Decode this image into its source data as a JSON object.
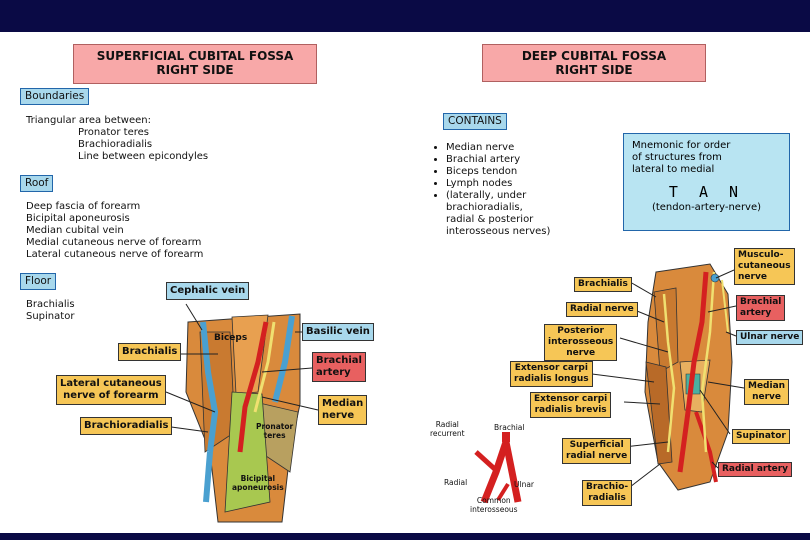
{
  "left": {
    "title": "SUPERFICIAL CUBITAL FOSSA\nRIGHT SIDE",
    "boundaries_header": "Boundaries",
    "boundaries_intro": "Triangular area between:",
    "boundaries_items": [
      "Pronator teres",
      "Brachioradialis",
      "Line between epicondyles"
    ],
    "roof_header": "Roof",
    "roof_items": [
      "Deep fascia of forearm",
      "Bicipital aponeurosis",
      "Median cubital vein",
      "Medial cutaneous nerve of forearm",
      "Lateral cutaneous nerve of forearm"
    ],
    "floor_header": "Floor",
    "floor_items": [
      "Brachialis",
      "Supinator"
    ],
    "labels": {
      "cephalic_vein": "Cephalic vein",
      "basilic_vein": "Basilic vein",
      "biceps": "Biceps",
      "brachialis": "Brachialis",
      "brachial_artery": "Brachial\nartery",
      "lateral_cutaneous": "Lateral cutaneous\nnerve of forearm",
      "median_nerve": "Median\nnerve",
      "brachioradialis": "Brachioradialis",
      "pronator_teres": "Pronator\nteres",
      "bicipital_aponeurosis": "Bicipital\naponeurosis"
    }
  },
  "right": {
    "title": "DEEP CUBITAL FOSSA\nRIGHT SIDE",
    "contains_header": "CONTAINS",
    "contains_items": [
      "Median nerve",
      "Brachial artery",
      "Biceps tendon",
      "Lymph nodes",
      "(laterally, under\nbrachioradialis,\nradial & posterior\ninterosseous nerves)"
    ],
    "mnemonic": {
      "text": "Mnemonic for order\nof structures from\nlateral to medial",
      "acronym": "T A N",
      "expansion": "(tendon-artery-nerve)"
    },
    "labels": {
      "brachialis": "Brachialis",
      "radial_nerve": "Radial nerve",
      "posterior_interosseous": "Posterior\ninterosseous\nnerve",
      "ecr_longus": "Extensor carpi\nradialis longus",
      "ecr_brevis": "Extensor carpi\nradialis brevis",
      "superficial_radial": "Superficial\nradial nerve",
      "brachioradialis": "Brachio-\nradialis",
      "musculocutaneous": "Musculo-\ncutaneous\nnerve",
      "brachial_artery": "Brachial\nartery",
      "ulnar_nerve": "Ulnar nerve",
      "median_nerve": "Median\nnerve",
      "supinator": "Supinator",
      "radial_artery": "Radial artery"
    },
    "artery_sketch": {
      "radial_recurrent": "Radial\nrecurrent",
      "brachial": "Brachial",
      "radial": "Radial",
      "ulnar": "Ulnar",
      "common_interosseous": "Common\ninterosseous"
    }
  },
  "colors": {
    "header_bar": "#0a0a45",
    "title_pink": "#f8a8a8",
    "label_yellow": "#f6c656",
    "label_blue": "#a8d8ec",
    "label_red": "#e86060",
    "artery": "#d42020",
    "muscle": "#d98a3c"
  }
}
